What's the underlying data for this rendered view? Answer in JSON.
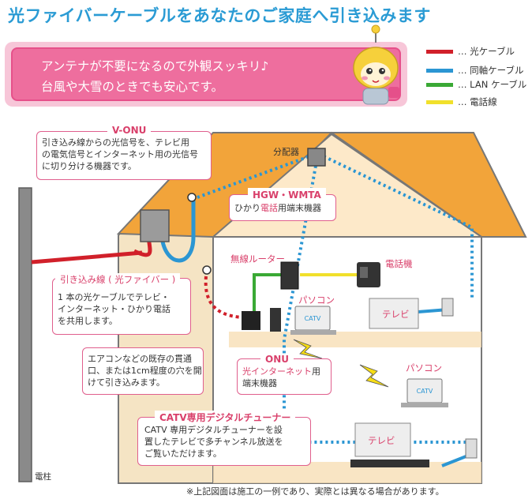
{
  "title": "光ファイバーケーブルをあなたのご家庭へ引き込みます",
  "intro": {
    "line1": "アンテナが不要になるので外観スッキリ♪",
    "line2": "台風や大雪のときでも安心です。"
  },
  "legend": [
    {
      "label": "…  光ケーブル",
      "color": "#d1202a"
    },
    {
      "label": "…  同軸ケーブル",
      "color": "#2b96d3"
    },
    {
      "label": "…  LAN ケーブル",
      "color": "#3aa935"
    },
    {
      "label": "…  電話線",
      "color": "#f1e02b"
    }
  ],
  "v_onu": {
    "title": "V-ONU",
    "text": [
      "引き込み線からの光信号を、テレビ用",
      "の電気信号とインターネット用の光信号",
      "に切り分ける機器です。"
    ]
  },
  "splitter_label": "分配器",
  "hgw": {
    "title": "HGW・WMTA",
    "text_prefix": "ひかり",
    "text_highlight": "電話",
    "text_suffix": "用端末機器"
  },
  "router_label": "無線ルーター",
  "phone_label": "電話機",
  "pc1_label": "パソコン",
  "tv1_label": "テレビ",
  "dropline": {
    "title": "引き込み線 ( 光ファイバー )",
    "text": [
      "1 本の光ケーブルでテレビ・",
      "インターネット・ひかり電話",
      "を共用します。"
    ]
  },
  "aircon_note": [
    "エアコンなどの既存の貫通",
    "口、または1cm程度の穴を開",
    "けて引き込みます。"
  ],
  "onu": {
    "title": "ONU",
    "text_highlight": "光インターネット",
    "text_suffix": "用",
    "text_line2": "端末機器"
  },
  "pc2_label": "パソコン",
  "catv": {
    "title": "CATV専用デジタルチューナー",
    "text": [
      "CATV 専用デジタルチューナーを設",
      "置したテレビで多チャンネル放送を",
      "ご覧いただけます。"
    ]
  },
  "tv2_label": "テレビ",
  "pole_label": "電柱",
  "laptop_brand": "CATV",
  "footnote": "※上記図面は施工の一例であり、実際とは異なる場合があります。"
}
